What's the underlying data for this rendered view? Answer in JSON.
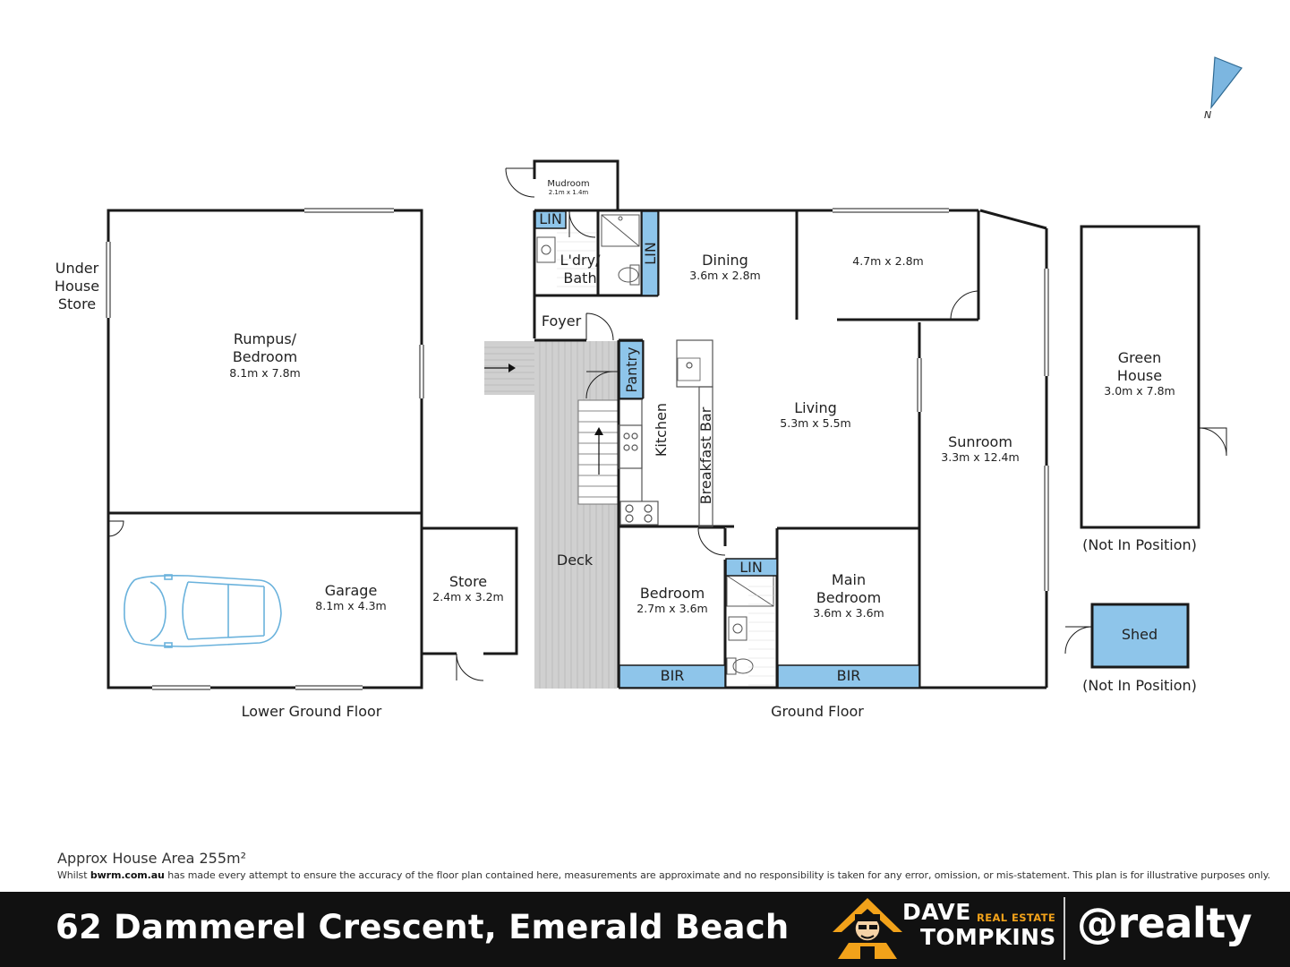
{
  "floors": {
    "lower": "Lower Ground Floor",
    "ground": "Ground Floor"
  },
  "rooms": {
    "under_house_store": {
      "line1": "Under",
      "line2": "House",
      "line3": "Store"
    },
    "rumpus": {
      "line1": "Rumpus/",
      "line2": "Bedroom",
      "dim": "8.1m x 7.8m"
    },
    "garage": {
      "name": "Garage",
      "dim": "8.1m x 4.3m"
    },
    "store": {
      "name": "Store",
      "dim": "2.4m x 3.2m"
    },
    "mudroom": {
      "name": "Mudroom",
      "dim": "2.1m x 1.4m"
    },
    "lin_top": "LIN",
    "lin_side": "LIN",
    "lin_bottom": "LIN",
    "laundry": {
      "line1": "L'dry/",
      "line2": "Bath"
    },
    "foyer": "Foyer",
    "pantry": "Pantry",
    "kitchen": "Kitchen",
    "breakfast_bar": "Breakfast Bar",
    "dining": {
      "name": "Dining",
      "dim": "3.6m x 2.8m"
    },
    "unnamed_room": {
      "dim": "4.7m x 2.8m"
    },
    "living": {
      "name": "Living",
      "dim": "5.3m x 5.5m"
    },
    "sunroom": {
      "name": "Sunroom",
      "dim": "3.3m x 12.4m"
    },
    "deck": "Deck",
    "bedroom": {
      "name": "Bedroom",
      "dim": "2.7m x 3.6m"
    },
    "main_bedroom": {
      "line1": "Main",
      "line2": "Bedroom",
      "dim": "3.6m x 3.6m"
    },
    "bir_1": "BIR",
    "bir_2": "BIR",
    "green_house": {
      "line1": "Green",
      "line2": "House",
      "dim": "3.0m x 7.8m",
      "note": "(Not In Position)"
    },
    "shed": {
      "name": "Shed",
      "note": "(Not In Position)"
    }
  },
  "compass": {
    "label": "N"
  },
  "footer": {
    "area": "Approx House Area 255m²",
    "disclaimer_prefix": "Whilst ",
    "disclaimer_site": "bwrm.com.au",
    "disclaimer_rest": " has made every attempt to ensure the accuracy of the floor plan contained here, measurements are approximate and no responsibility is taken for any error, omission, or mis-statement. This plan is for illustrative purposes only.",
    "address": "62 Dammerel Crescent, Emerald Beach"
  },
  "brand": {
    "dave": "DAVE",
    "real_estate": "REAL ESTATE",
    "tompkins": "TOMPKINS",
    "realty": "@realty"
  },
  "colors": {
    "wall": "#1a1a1a",
    "closet_fill": "#8ec5ea",
    "deck_fill": "#cfcfcf",
    "brand_orange": "#f2a21a"
  }
}
